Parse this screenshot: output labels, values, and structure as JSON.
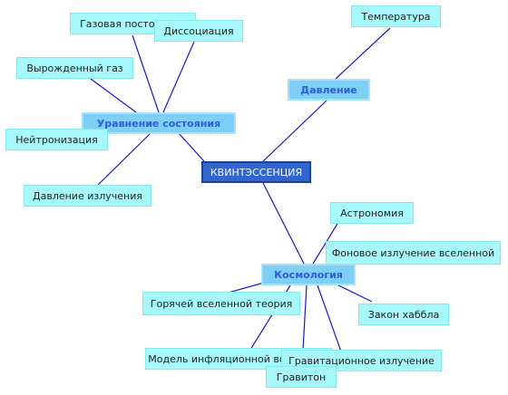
{
  "root": {
    "label": "КВИНТЭССЕНЦИЯ"
  },
  "branches": {
    "equation": {
      "label": "Уравнение состояния",
      "children": {
        "gas_const": "Газовая постоянная",
        "dissociation": "Диссоциация",
        "degenerate_gas": "Вырожденный газ",
        "neutronization": "Нейтронизация",
        "radiation_pressure": "Давление излучения"
      }
    },
    "pressure": {
      "label": "Давление",
      "children": {
        "temperature": "Температура"
      }
    },
    "cosmology": {
      "label": "Космология",
      "children": {
        "astronomy": "Астрономия",
        "background": "Фоновое излучение вселенной",
        "hot_universe": "Горячей вселенной теория",
        "hubble": "Закон хаббла",
        "inflation": "Модель инфляционной вселенной",
        "grav_radiation": "Гравитационное излучение",
        "graviton": "Гравитон"
      }
    }
  },
  "colors": {
    "edge": "#1a1acc",
    "leaf_fill": "#a6f8fb",
    "branch_fill": "#7ecff5",
    "branch_text": "#2b5ed8",
    "root_fill": "#3366cc"
  }
}
